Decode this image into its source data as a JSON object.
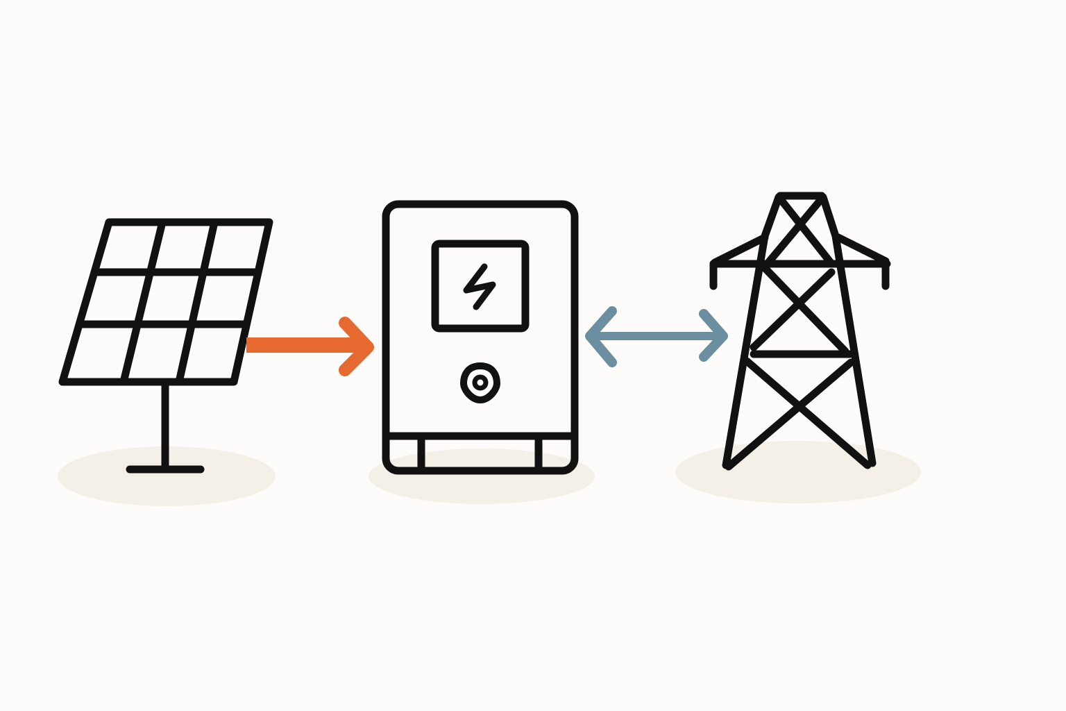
{
  "diagram": {
    "nodes": [
      {
        "id": "solar",
        "icon": "solar-panel-icon"
      },
      {
        "id": "inverter",
        "icon": "inverter-icon"
      },
      {
        "id": "grid",
        "icon": "transmission-tower-icon"
      }
    ],
    "edges": [
      {
        "from": "solar",
        "to": "inverter",
        "direction": "one-way",
        "color": "#e66a30"
      },
      {
        "from": "inverter",
        "to": "grid",
        "direction": "two-way",
        "color": "#6b8fa0"
      }
    ]
  },
  "colors": {
    "background": "#fdfcfa",
    "shadow": "#f4efe7",
    "ink": "#111111",
    "solar_flow": "#e66a30",
    "grid_flow": "#6b8fa0"
  }
}
